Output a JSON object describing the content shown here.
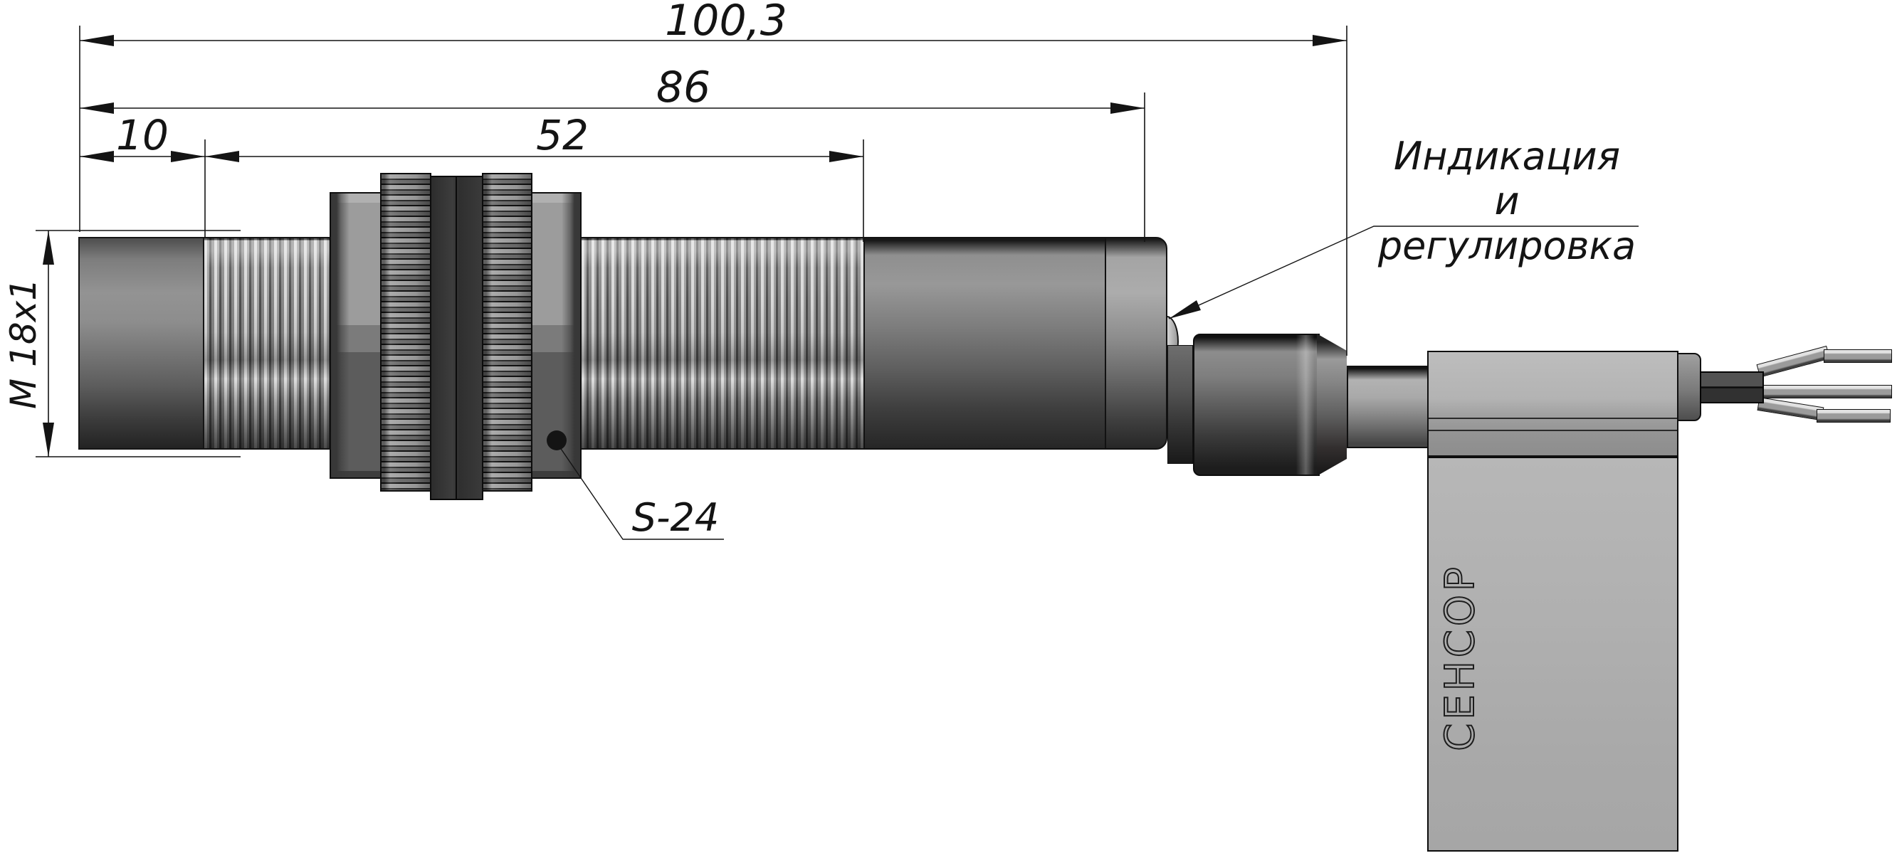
{
  "drawing": {
    "title_implicit": "inductive-sensor-outline-drawing",
    "dimensions": {
      "total_length": {
        "label": "100,3"
      },
      "body_length": {
        "label": "86"
      },
      "tip_length": {
        "label": "10"
      },
      "thread_length": {
        "label": "52"
      },
      "thread_spec": {
        "label": "M 18x1"
      }
    },
    "callouts": {
      "indication_line1": "Индикация",
      "indication_line2": "и регулировка",
      "wrench_size": "S-24"
    },
    "tag": {
      "label": "СЕНСОР"
    },
    "palette": {
      "background": "#ffffff",
      "ink": "#141414",
      "metal_light": "#d8d8d8",
      "metal_mid": "#8d8d8d",
      "metal_dark": "#2c2c2c",
      "tag_gray": "#b3b3b3"
    }
  }
}
